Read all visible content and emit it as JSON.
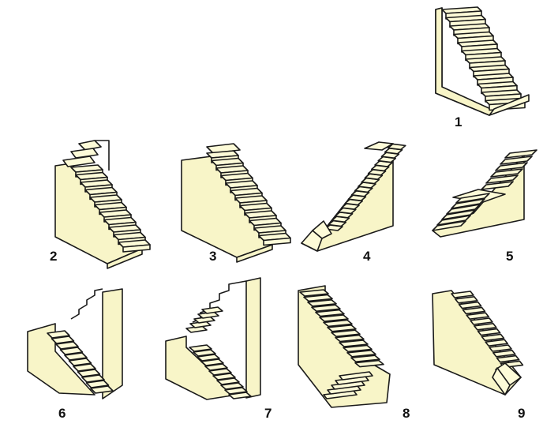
{
  "colors": {
    "face": "#fdfbd8",
    "side": "#f8f5c8",
    "outline": "#1a1a1a",
    "label": "#111111",
    "background": "#ffffff"
  },
  "figures": [
    {
      "number": "1"
    },
    {
      "number": "2"
    },
    {
      "number": "3"
    },
    {
      "number": "4"
    },
    {
      "number": "5"
    },
    {
      "number": "6"
    },
    {
      "number": "7"
    },
    {
      "number": "8"
    },
    {
      "number": "9"
    }
  ]
}
